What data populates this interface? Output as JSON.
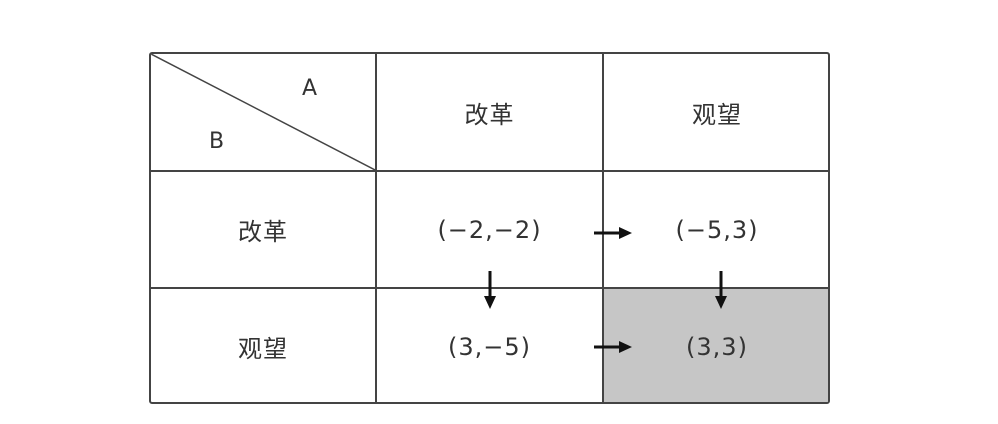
{
  "corner": {
    "top_right_label": "A",
    "bottom_left_label": "B"
  },
  "columns": [
    "改革",
    "观望"
  ],
  "rows": [
    {
      "label": "改革",
      "cells": [
        "(−2,−2)",
        "(−5,3)"
      ]
    },
    {
      "label": "观望",
      "cells": [
        "(3,−5)",
        "(3,3)"
      ]
    }
  ],
  "highlight": {
    "row": 1,
    "col": 1,
    "color": "#c6c6c6"
  },
  "colors": {
    "border": "#444444",
    "text": "#333333"
  }
}
